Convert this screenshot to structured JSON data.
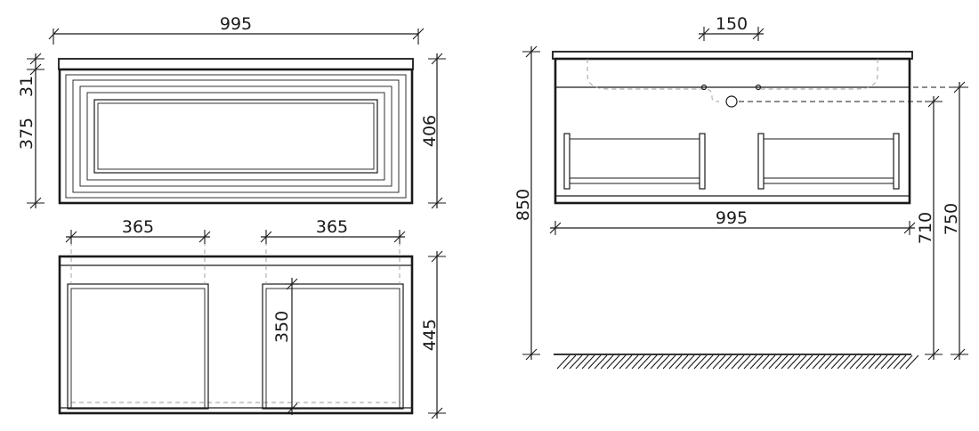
{
  "dimensions": {
    "front_top_width": "995",
    "front_top_slab": "31",
    "front_drawer_height": "375",
    "front_total_height": "406",
    "plan_left_width": "365",
    "plan_right_width": "365",
    "plan_inner_depth": "350",
    "plan_total_depth": "445",
    "rear_hole_spacing": "150",
    "rear_width": "995",
    "rear_floor_height": "850",
    "rear_drain_height": "710",
    "rear_supply_height": "750"
  }
}
